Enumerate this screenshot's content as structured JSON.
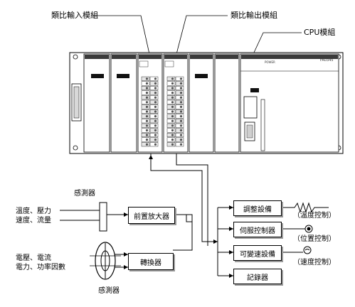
{
  "callouts": {
    "analog_input": "類比輸入模組",
    "analog_output": "類比輸出模組",
    "cpu": "CPU模組"
  },
  "plc": {
    "cpu_power_label": "POWER",
    "cpu_model_label": "FA0345"
  },
  "sensors": {
    "top_label": "感測器",
    "top_measures": [
      "溫度、壓力",
      "速度、流量"
    ],
    "bottom_label": "感測器",
    "bottom_measures": [
      "電壓、電流",
      "電力、功率因數"
    ]
  },
  "processing": {
    "preamp": "前置放大器",
    "converter": "轉換器"
  },
  "outputs": [
    {
      "label": "調整設備",
      "control": "（溫度控制）"
    },
    {
      "label": "伺服控制器",
      "control": "（位置控制）"
    },
    {
      "label": "可變速設備",
      "control": "（速度控制）"
    },
    {
      "label": "記錄器",
      "control": ""
    }
  ]
}
